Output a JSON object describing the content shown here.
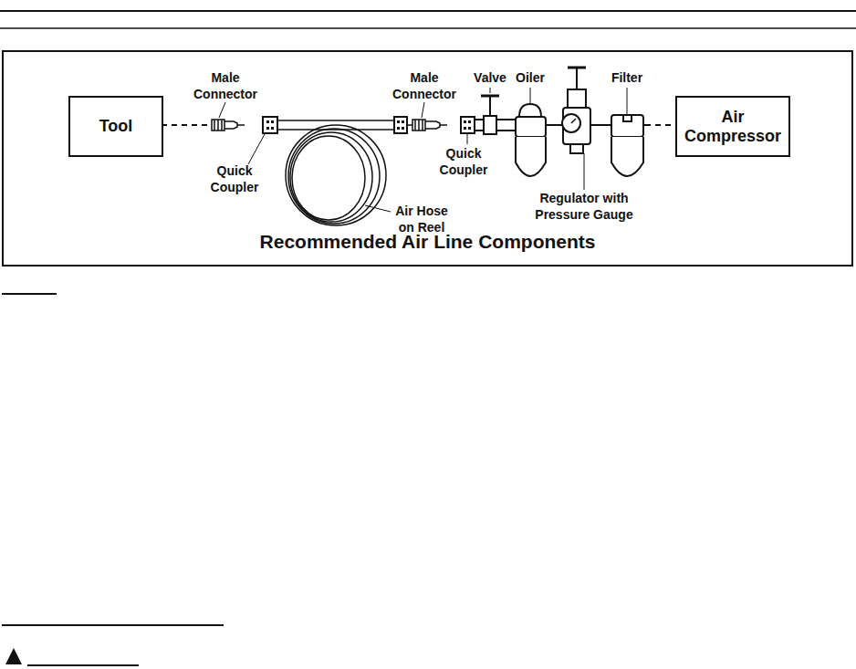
{
  "diagram": {
    "caption": "Recommended Air Line Components",
    "nodes": [
      {
        "text": [
          "Recommended Air Line Components"
        ]
      },
      {
        "text": [
          "Tool"
        ],
        "in": 0
      },
      {
        "text": [
          "Air Compressor"
        ],
        "in": 0
      }
    ],
    "labels": [
      "Male Connector",
      "Male Connector",
      "Valve",
      "Oiler",
      "Filter",
      "Quick Coupler",
      "Quick Coupler",
      "Air Hose on Reel",
      "Regulator with Pressure Gauge"
    ]
  }
}
